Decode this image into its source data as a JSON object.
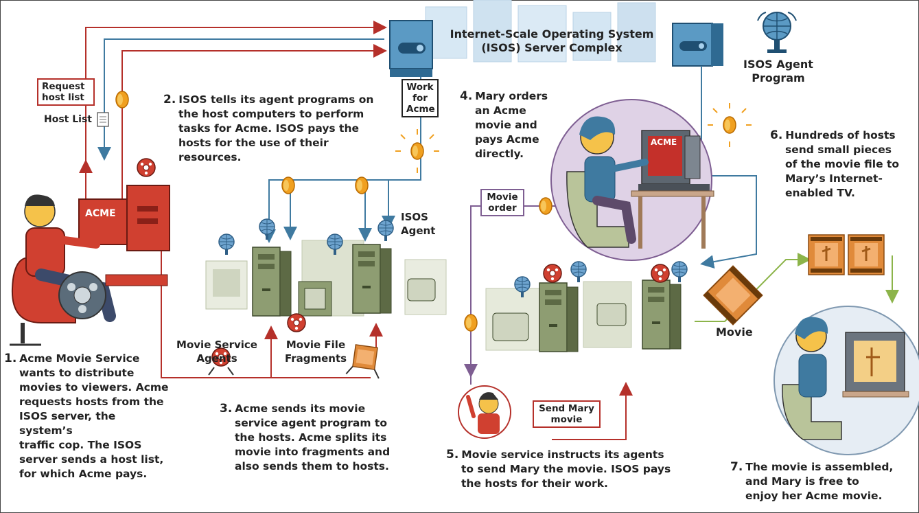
{
  "server_complex": {
    "title_line1": "Internet-Scale Operating System",
    "title_line2": "(ISOS) Server Complex"
  },
  "agent_program": {
    "line1": "ISOS Agent",
    "line2": "Program"
  },
  "boxes": {
    "request_line1": "Request",
    "request_line2": "host list",
    "work_line1": "Work",
    "work_line2": "for",
    "work_line3": "Acme",
    "order_line1": "Movie",
    "order_line2": "order",
    "send_line1": "Send Mary",
    "send_line2": "movie"
  },
  "labels": {
    "host_list": "Host List",
    "isos_agent_line1": "ISOS",
    "isos_agent_line2": "Agent",
    "service_agents_line1": "Movie Service",
    "service_agents_line2": "Agents",
    "fragments_line1": "Movie File",
    "fragments_line2": "Fragments",
    "movie": "Movie",
    "acme_sign": "ACME",
    "acme_screen": "ACME"
  },
  "steps": {
    "s1": {
      "num": "1.",
      "lines": [
        "Acme Movie Service",
        "wants to distribute",
        "movies to viewers. Acme",
        "requests hosts from the",
        "ISOS server, the system’s",
        "traffic cop. The ISOS",
        "server sends a host list,",
        "for which Acme pays."
      ]
    },
    "s2": {
      "num": "2.",
      "lines": [
        "ISOS tells its agent programs on",
        "the host computers to perform",
        "tasks for Acme. ISOS pays the",
        "hosts for the use of their",
        "resources."
      ]
    },
    "s3": {
      "num": "3.",
      "lines": [
        "Acme sends its movie",
        "service agent program to",
        "the hosts. Acme splits its",
        "movie into fragments and",
        "also sends them to hosts."
      ]
    },
    "s4": {
      "num": "4.",
      "lines": [
        "Mary orders",
        "an Acme",
        "movie and",
        "pays Acme",
        "directly."
      ]
    },
    "s5": {
      "num": "5.",
      "lines": [
        "Movie service instructs its agents",
        "to send Mary the movie. ISOS pays",
        "the hosts for their work."
      ]
    },
    "s6": {
      "num": "6.",
      "lines": [
        "Hundreds of hosts",
        "send small pieces",
        "of the movie file to",
        "Mary’s Internet-",
        "enabled TV."
      ]
    },
    "s7": {
      "num": "7.",
      "lines": [
        "The movie is assembled,",
        "and Mary is free to",
        "enjoy her Acme movie."
      ]
    }
  },
  "colors": {
    "red_flow": "#b5302a",
    "blue_flow": "#3f7aa0",
    "purple_flow": "#7e5e92",
    "green_flow": "#8cb44a",
    "coin": "#f0a020",
    "server_blue": "#5b9ac4",
    "host_green": "#8e9d72"
  }
}
